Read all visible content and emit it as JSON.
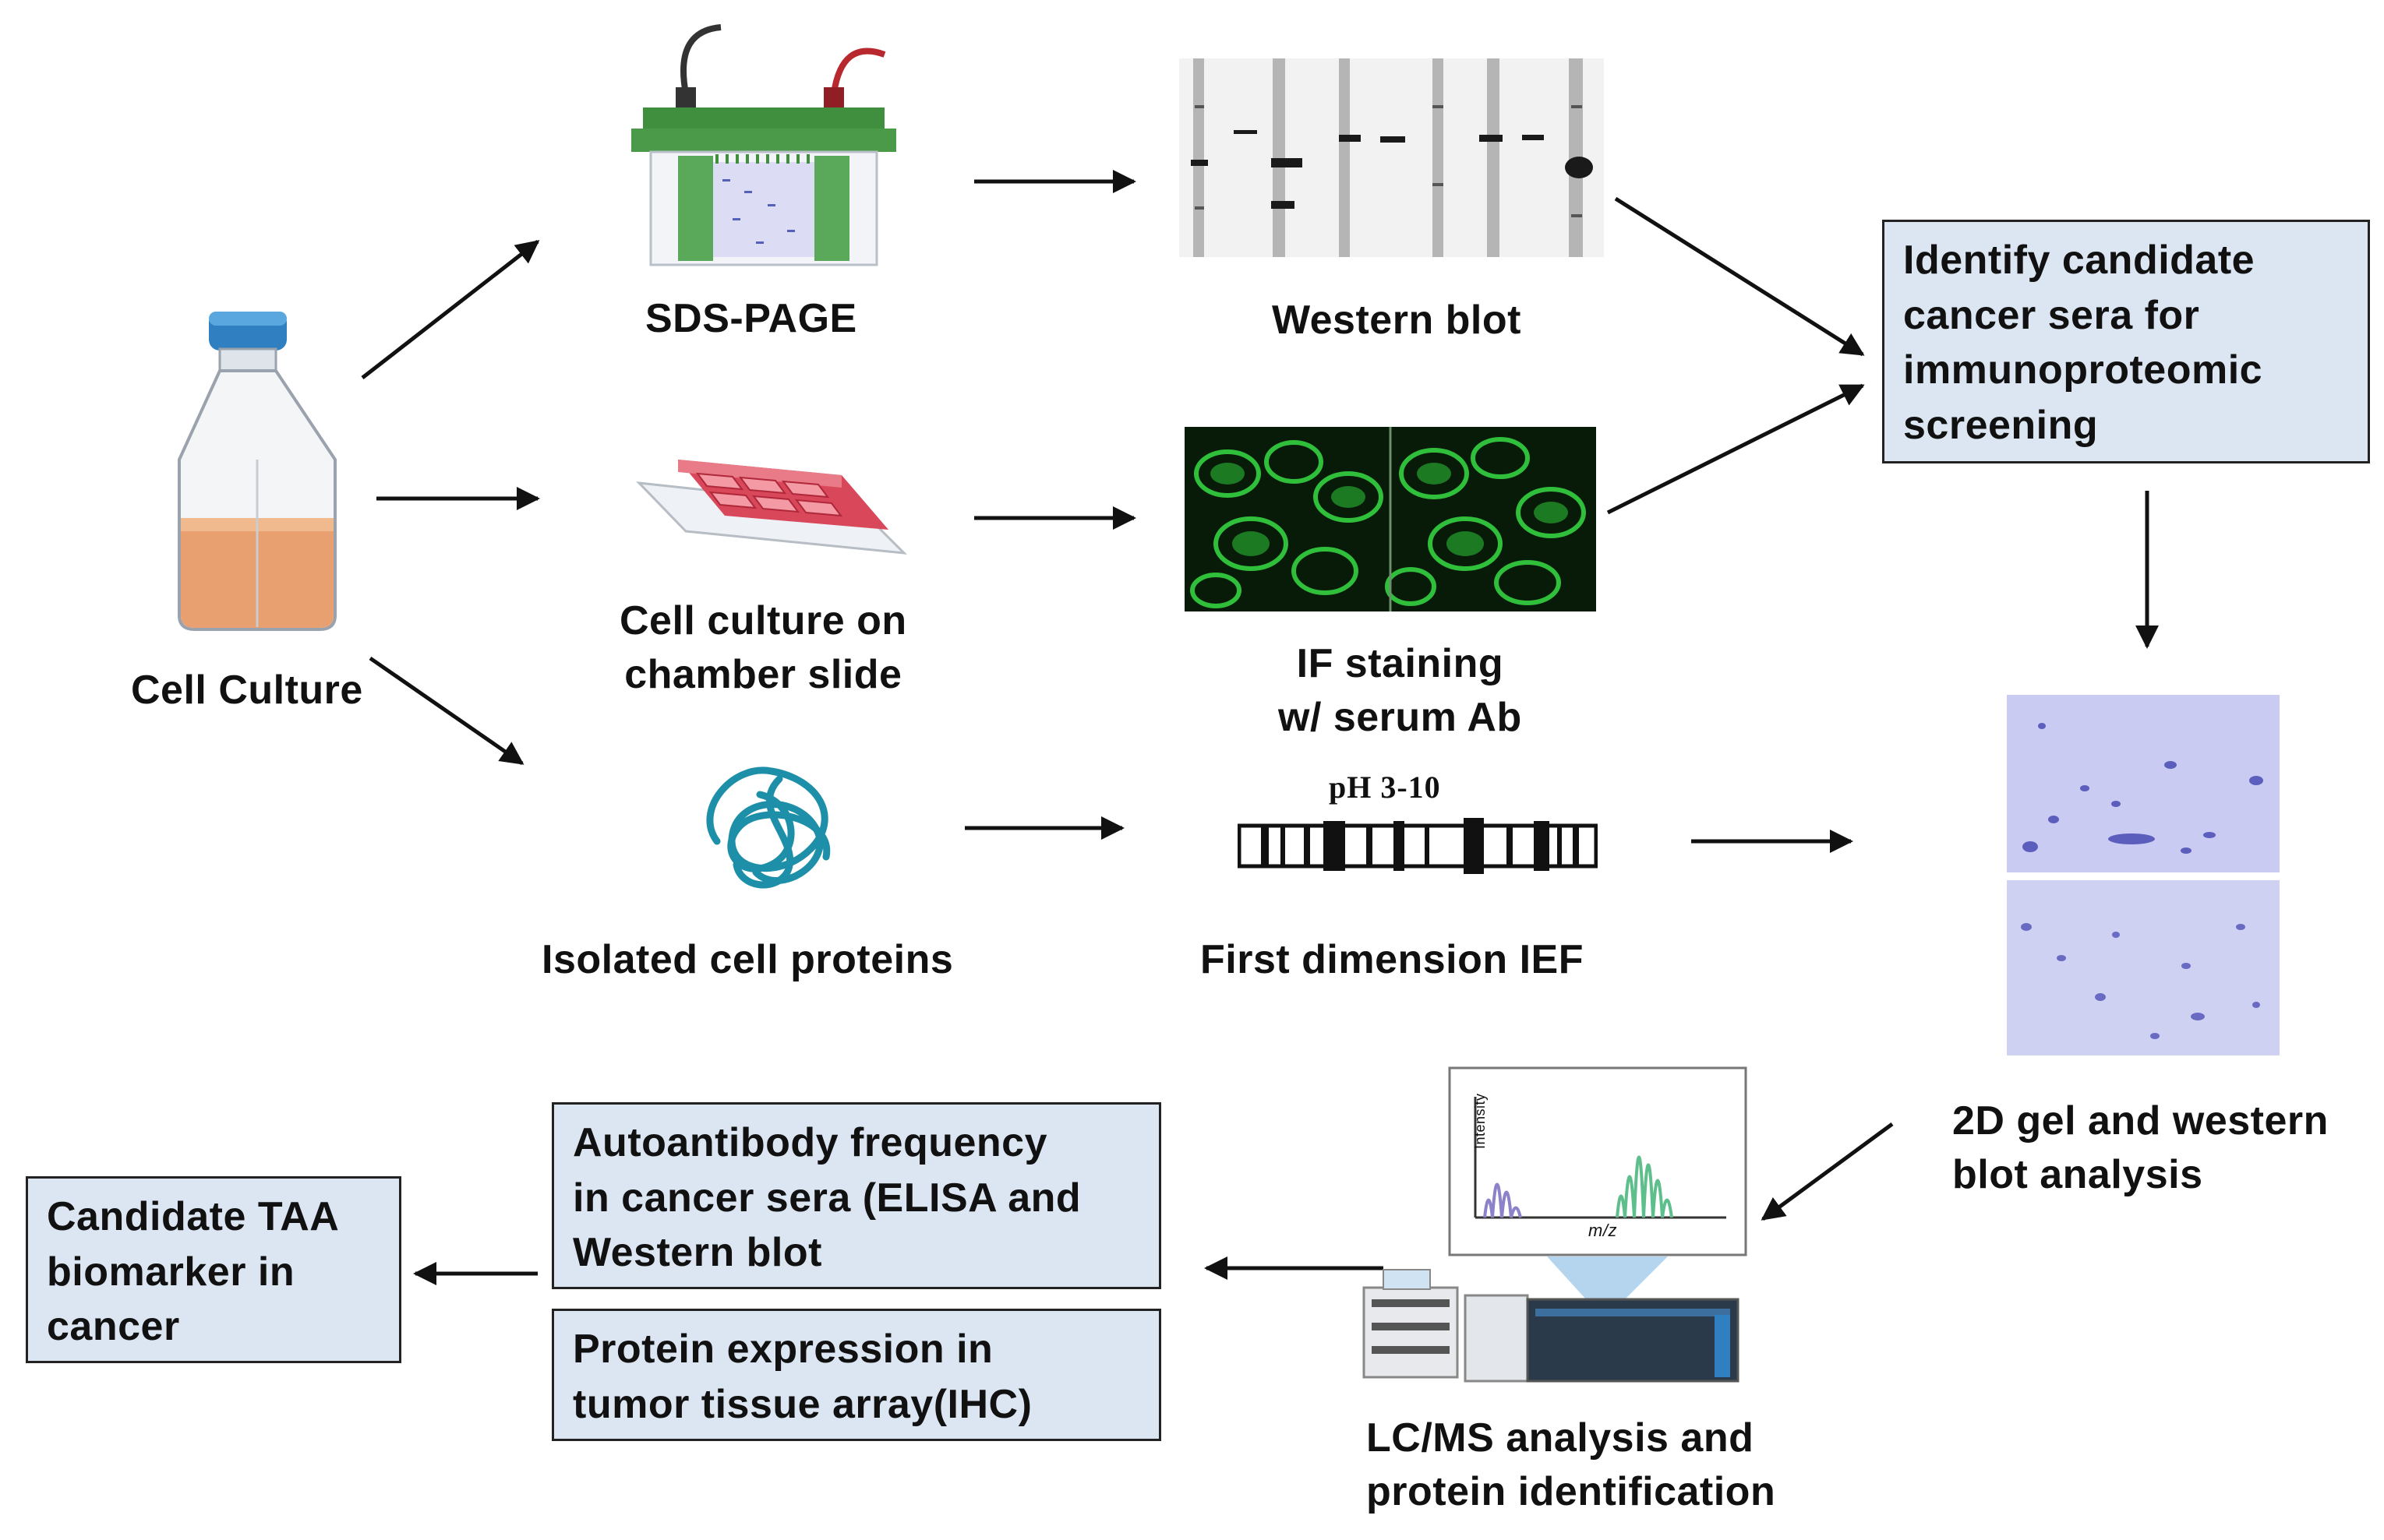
{
  "labels": {
    "cell_culture": "Cell Culture",
    "sds_page": "SDS-PAGE",
    "chamber_slide": [
      "Cell culture on",
      "chamber slide"
    ],
    "isolated_proteins": "Isolated cell proteins",
    "western_blot": "Western blot",
    "if_staining": [
      "IF staining",
      "w/ serum Ab"
    ],
    "ief": "First dimension IEF",
    "ief_ph": "pH 3-10",
    "gel_2d": [
      "2D gel and western",
      "blot analysis"
    ],
    "lcms": [
      "LC/MS analysis and",
      "protein identification"
    ],
    "ms_yaxis": "Intensity",
    "ms_xaxis": "m/z"
  },
  "boxes": {
    "identify": [
      "Identify  candidate",
      "cancer sera for",
      "immunoproteomic",
      "screening"
    ],
    "autoantibody": [
      "Autoantibody frequency",
      "in cancer sera (ELISA and",
      "Western blot"
    ],
    "protein_expression": [
      "Protein expression in",
      "tumor tissue array(IHC)"
    ],
    "candidate_taa": [
      "Candidate  TAA",
      "biomarker in",
      "cancer"
    ]
  },
  "colors": {
    "box_fill": "#dce6f2",
    "apparatus_green": "#4a9a4a",
    "flask_cap": "#2f7fc1",
    "flask_medium": "#e8a070",
    "slide_red": "#d9475a",
    "protein_teal": "#1e8fa8",
    "if_green": "#2fbf3a",
    "gel_blue": "#6d6fd0"
  }
}
